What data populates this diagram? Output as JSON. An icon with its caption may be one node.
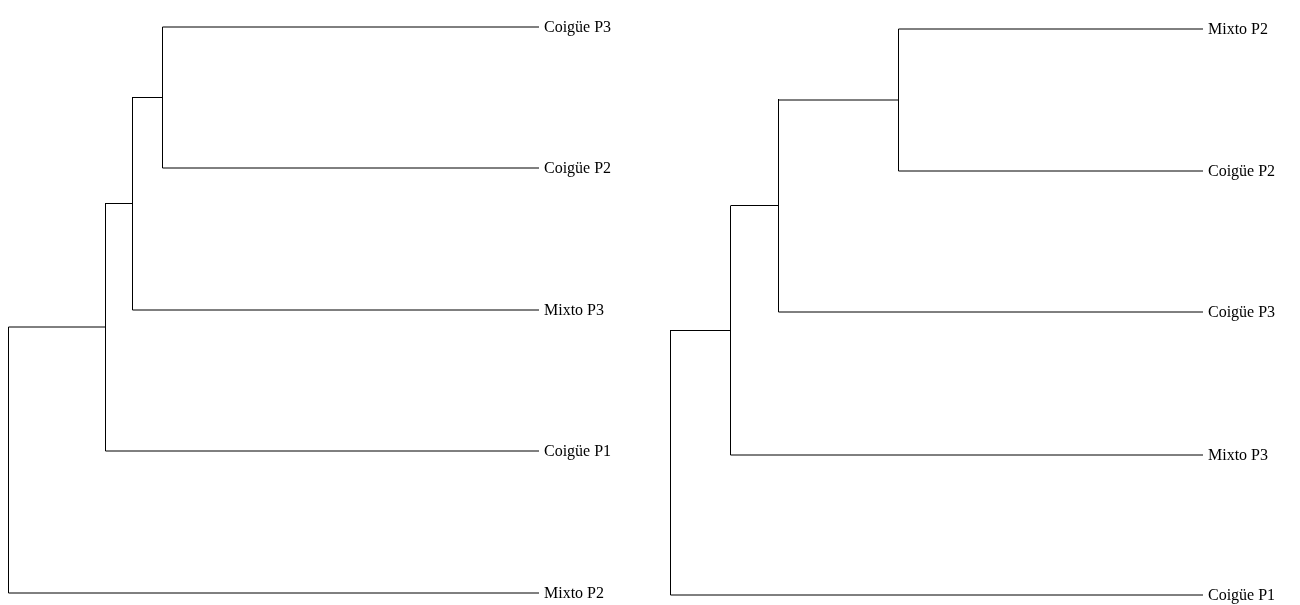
{
  "diagram": {
    "nodes": [
      {
        "text": [],
        "shape": "bar"
      },
      {
        "text": [],
        "shape": "bar"
      },
      {
        "text": [],
        "shape": "bar"
      },
      {
        "text": [],
        "shape": "bar"
      },
      {
        "text": [
          "Coigüe P3"
        ]
      },
      {
        "text": [
          "Coigüe P2"
        ]
      },
      {
        "text": [
          "Mixto P3"
        ]
      },
      {
        "text": [
          "Coigüe P1"
        ]
      },
      {
        "text": [
          "Mixto P2"
        ]
      },
      {
        "text": [],
        "shape": "bar"
      },
      {
        "text": [],
        "shape": "bar"
      },
      {
        "text": [],
        "shape": "bar"
      },
      {
        "text": [],
        "shape": "bar"
      },
      {
        "text": [
          "Mixto P2"
        ]
      },
      {
        "text": [
          "Coigüe P2"
        ]
      },
      {
        "text": [
          "Coigüe P3"
        ]
      },
      {
        "text": [
          "Mixto P3"
        ]
      },
      {
        "text": [
          "Coigüe P1"
        ]
      }
    ],
    "edges": [
      {
        "from": 0,
        "to": 1,
        "arrow": "none"
      },
      {
        "from": 0,
        "to": 8,
        "arrow": "none"
      },
      {
        "from": 1,
        "to": 2,
        "arrow": "none"
      },
      {
        "from": 1,
        "to": 7,
        "arrow": "none"
      },
      {
        "from": 2,
        "to": 3,
        "arrow": "none"
      },
      {
        "from": 2,
        "to": 6,
        "arrow": "none"
      },
      {
        "from": 3,
        "to": 4,
        "arrow": "none"
      },
      {
        "from": 3,
        "to": 5,
        "arrow": "none"
      },
      {
        "from": 9,
        "to": 10,
        "arrow": "none"
      },
      {
        "from": 9,
        "to": 17,
        "arrow": "none"
      },
      {
        "from": 10,
        "to": 11,
        "arrow": "none"
      },
      {
        "from": 10,
        "to": 16,
        "arrow": "none"
      },
      {
        "from": 11,
        "to": 12,
        "arrow": "none"
      },
      {
        "from": 11,
        "to": 15,
        "arrow": "none"
      },
      {
        "from": 12,
        "to": 13,
        "arrow": "none"
      },
      {
        "from": 12,
        "to": 14,
        "arrow": "none"
      }
    ]
  }
}
